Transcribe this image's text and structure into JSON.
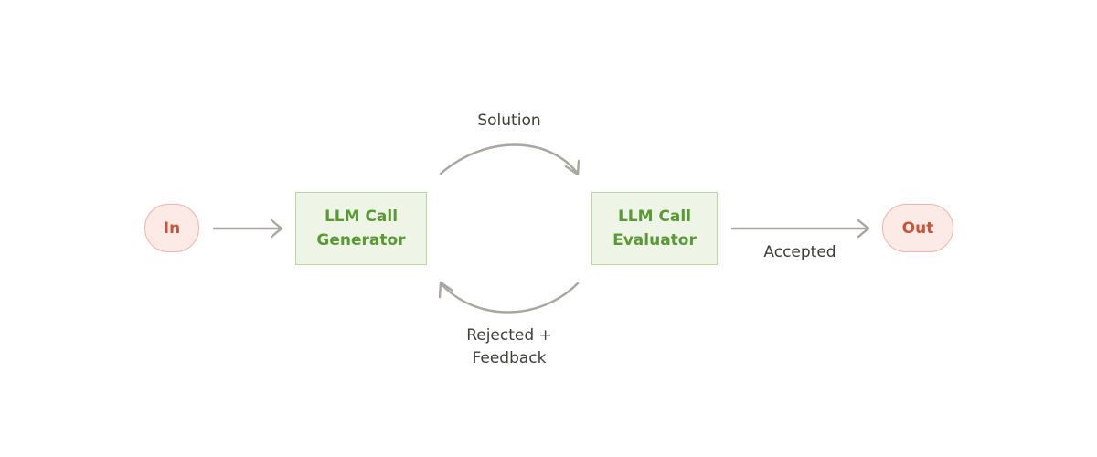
{
  "nodes": {
    "input": "In",
    "generator": {
      "line1": "LLM Call",
      "line2": "Generator"
    },
    "evaluator": {
      "line1": "LLM Call",
      "line2": "Evaluator"
    },
    "output": "Out"
  },
  "edges": {
    "solution": "Solution",
    "rejected": {
      "line1": "Rejected +",
      "line2": "Feedback"
    },
    "accepted": "Accepted"
  },
  "colors": {
    "terminal_fill": "#fbeae6",
    "terminal_border": "#f0b4a6",
    "terminal_text": "#c8543a",
    "llm_fill": "#eef5e6",
    "llm_border": "#b6d8a0",
    "llm_text": "#5a9a35",
    "arrow": "#a8a69e",
    "label_text": "#3d3d3a"
  }
}
